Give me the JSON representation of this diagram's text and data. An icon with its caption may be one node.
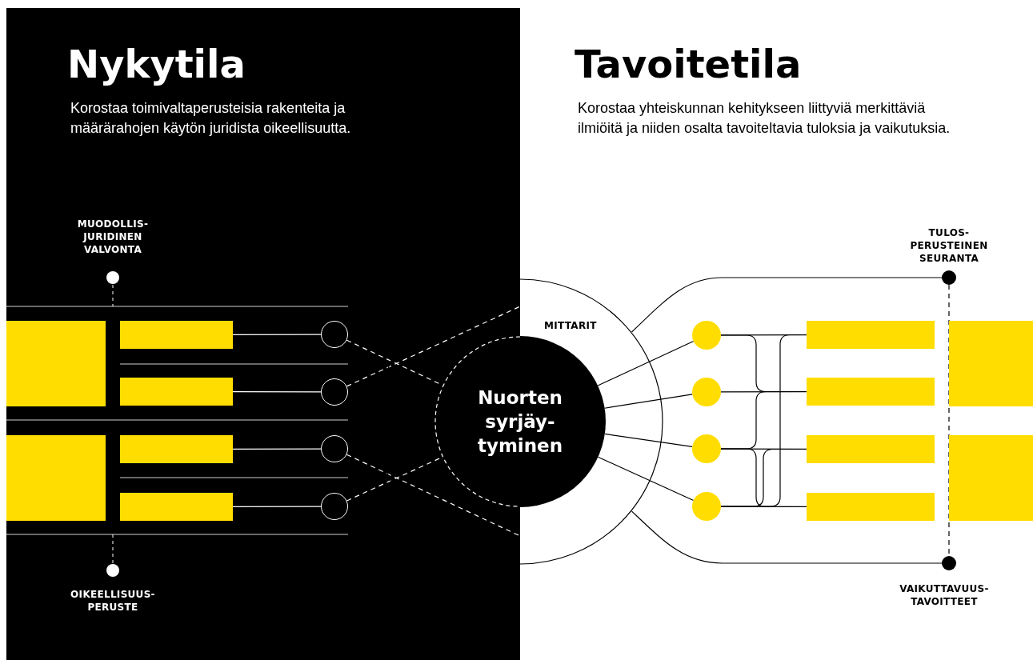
{
  "diagram": {
    "nodes": [
      {
        "text": [],
        "shape": "circle",
        "beside": [
          "MUODOLLIS-JURIDINEN VALVONTA"
        ]
      },
      {
        "text": [],
        "shape": "bar"
      },
      {
        "text": [],
        "shape": "bar"
      },
      {
        "text": [],
        "shape": "bar"
      },
      {
        "text": [],
        "shape": "bar"
      },
      {
        "text": [],
        "shape": "bar"
      },
      {
        "text": [],
        "shape": "bar"
      },
      {
        "text": [],
        "shape": "circle"
      },
      {
        "text": [],
        "shape": "circle"
      },
      {
        "text": [],
        "shape": "circle"
      },
      {
        "text": [],
        "shape": "circle"
      },
      {
        "text": [
          "MITTARIT"
        ]
      },
      {
        "text": [
          "Nuorten syrjäy-tyminen"
        ],
        "in": 11
      },
      {
        "text": [],
        "shape": "circle"
      },
      {
        "text": [],
        "shape": "circle"
      },
      {
        "text": [],
        "shape": "circle"
      },
      {
        "text": [],
        "shape": "circle"
      },
      {
        "text": [],
        "shape": "bar"
      },
      {
        "text": [],
        "shape": "bar"
      },
      {
        "text": [],
        "shape": "bar"
      },
      {
        "text": [],
        "shape": "bar"
      },
      {
        "text": [],
        "shape": "bar"
      },
      {
        "text": [],
        "shape": "bar"
      },
      {
        "text": [],
        "shape": "circle",
        "beside": [
          "TULOS-PERUSTEINEN SEURANTA"
        ]
      },
      {
        "text": [],
        "shape": "circle",
        "beside": [
          "VAIKUTTAVUUS-TAVOITTEET"
        ]
      },
      {
        "text": [],
        "shape": "circle",
        "beside": [
          "OIKEELLISUUS-PERUSTE"
        ]
      }
    ],
    "edges": [
      {
        "from": 3,
        "to": 7,
        "arrow": "none",
        "color": "#ffffff"
      },
      {
        "from": 4,
        "to": 8,
        "arrow": "none",
        "color": "#ffffff"
      },
      {
        "from": 5,
        "to": 9,
        "arrow": "none",
        "color": "#ffffff"
      },
      {
        "from": 6,
        "to": 10,
        "arrow": "none",
        "color": "#ffffff"
      },
      {
        "from": 7,
        "to": 12,
        "arrow": "none",
        "style": "dashed",
        "color": "#ffffff"
      },
      {
        "from": 8,
        "to": 11,
        "arrow": "none",
        "style": "dashed",
        "color": "#ffffff"
      },
      {
        "from": 9,
        "to": 11,
        "arrow": "none",
        "style": "dashed",
        "color": "#ffffff"
      },
      {
        "from": 10,
        "to": 12,
        "arrow": "none",
        "style": "dashed",
        "color": "#ffffff"
      },
      {
        "from": 12,
        "to": 13,
        "arrow": "none"
      },
      {
        "from": 12,
        "to": 14,
        "arrow": "none"
      },
      {
        "from": 12,
        "to": 15,
        "arrow": "none"
      },
      {
        "from": 12,
        "to": 16,
        "arrow": "none"
      },
      {
        "from": 13,
        "to": 17,
        "arrow": "none"
      },
      {
        "from": 13,
        "to": 18,
        "arrow": "none"
      },
      {
        "from": 14,
        "to": 18,
        "arrow": "none"
      },
      {
        "from": 15,
        "to": 18,
        "arrow": "none"
      },
      {
        "from": 15,
        "to": 19,
        "arrow": "none"
      },
      {
        "from": 15,
        "to": 20,
        "arrow": "none"
      },
      {
        "from": 16,
        "to": 19,
        "arrow": "none"
      },
      {
        "from": 16,
        "to": 20,
        "arrow": "none"
      },
      {
        "from": 16,
        "to": 17,
        "arrow": "none"
      },
      {
        "from": 11,
        "to": 23,
        "arrow": "none"
      },
      {
        "from": 11,
        "to": 24,
        "arrow": "none"
      },
      {
        "from": 23,
        "to": 24,
        "arrow": "none",
        "style": "dashed"
      }
    ],
    "labels": [
      "Nykytila",
      "Korostaa toimivaltaperusteisia rakenteita ja määrärahojen käytön juridista oikeellisuutta.",
      "Tavoitetila",
      "Korostaa yhteiskunnan kehitykseen liittyviä merkittäviä ilmiöitä ja niiden osalta tavoiteltavia tuloksia ja vaikutuksia."
    ]
  }
}
